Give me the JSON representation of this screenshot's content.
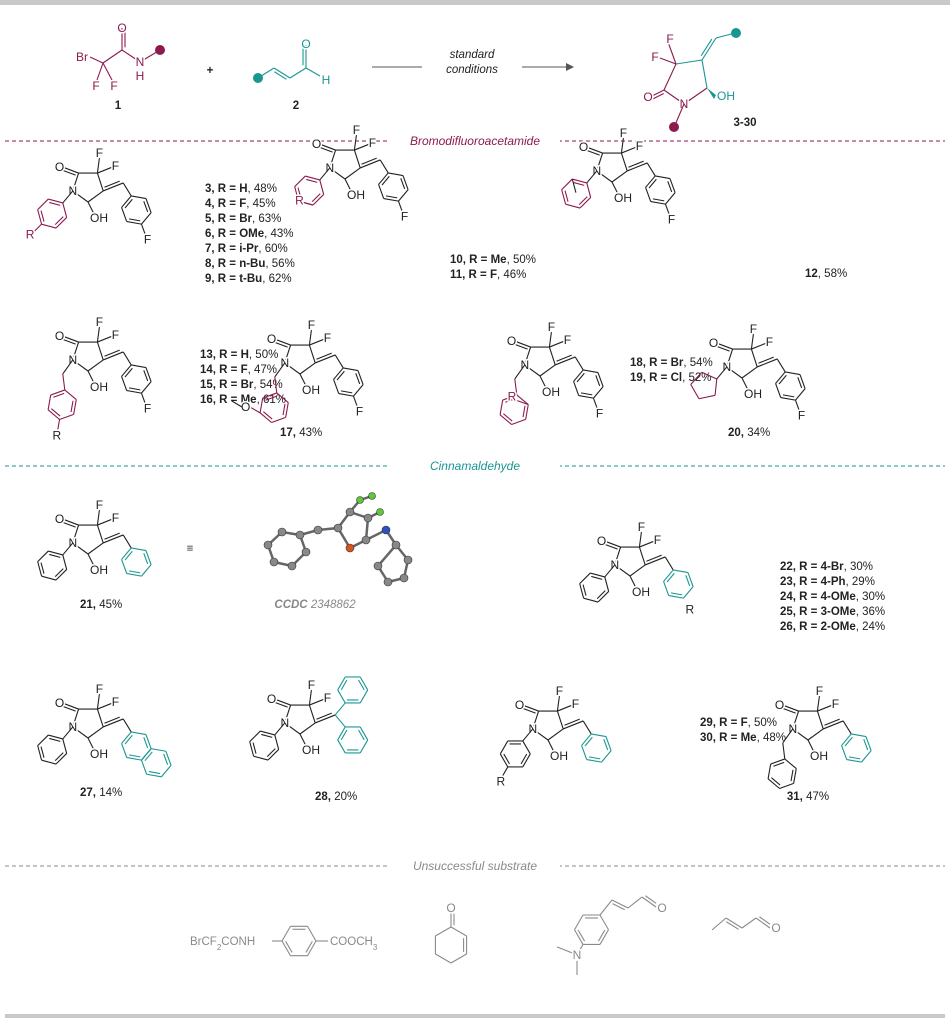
{
  "colors": {
    "magenta": "#8c1a4f",
    "teal": "#1a9690",
    "black": "#222222",
    "gray": "#8a8a8a",
    "bar": "#c9c9c9"
  },
  "atoms": {
    "Br": "Br",
    "F": "F",
    "O": "O",
    "N": "N",
    "H": "H",
    "OH": "OH",
    "R": "R"
  },
  "header": {
    "plus": "+",
    "reagent1_label": "1",
    "reagent2_label": "2",
    "conditions_line1": "standard",
    "conditions_line2": "conditions",
    "product_label": "3-30"
  },
  "sections": {
    "bromo": "Bromodifluoroacetamide",
    "cinnamaldehyde": "Cinnamaldehyde",
    "unsuccessful": "Unsuccessful substrate"
  },
  "compounds": {
    "c3_9": [
      {
        "bold": "3, R = H",
        "rest": ", 48%"
      },
      {
        "bold": "4, R = F",
        "rest": ", 45%"
      },
      {
        "bold": "5, R = Br",
        "rest": ", 63%"
      },
      {
        "bold": "6, R = OMe",
        "rest": ", 43%"
      },
      {
        "bold": "7, R = i-Pr",
        "rest": ", 60%"
      },
      {
        "bold": "8, R = n-Bu",
        "rest": ", 56%"
      },
      {
        "bold": "9, R = t-Bu",
        "rest": ", 62%"
      }
    ],
    "c10_11": [
      {
        "bold": "10, R = Me",
        "rest": ", 50%"
      },
      {
        "bold": "11, R = F",
        "rest": ", 46%"
      }
    ],
    "c12": [
      {
        "bold": "12",
        "rest": ", 58%"
      }
    ],
    "c13_16": [
      {
        "bold": "13, R = H",
        "rest": ", 50%"
      },
      {
        "bold": "14, R = F",
        "rest": ", 47%"
      },
      {
        "bold": "15, R = Br",
        "rest": ", 54%"
      },
      {
        "bold": "16, R = Me",
        "rest": ", 61%"
      }
    ],
    "c17": [
      {
        "bold": "17,",
        "rest": " 43%"
      }
    ],
    "c18_19": [
      {
        "bold": "18, R = Br",
        "rest": ", 54%"
      },
      {
        "bold": "19, R = Cl",
        "rest": ", 52%"
      }
    ],
    "c20": [
      {
        "bold": "20,",
        "rest": " 34%"
      }
    ],
    "c21": [
      {
        "bold": "21,",
        "rest": " 45%"
      }
    ],
    "c22_26": [
      {
        "bold": "22, R = 4-Br",
        "rest": ", 30%"
      },
      {
        "bold": "23, R = 4-Ph",
        "rest": ", 29%"
      },
      {
        "bold": "24, R = 4-OMe",
        "rest": ", 30%"
      },
      {
        "bold": "25, R = 3-OMe",
        "rest": ", 36%"
      },
      {
        "bold": "26, R = 2-OMe",
        "rest": ", 24%"
      }
    ],
    "c27": [
      {
        "bold": "27,",
        "rest": " 14%"
      }
    ],
    "c28": [
      {
        "bold": "28,",
        "rest": " 20%"
      }
    ],
    "c29_30": [
      {
        "bold": "29, R = F",
        "rest": ", 50%"
      },
      {
        "bold": "30, R = Me",
        "rest": ", 48%"
      }
    ],
    "c31": [
      {
        "bold": "31,",
        "rest": " 47%"
      }
    ]
  },
  "crystal": {
    "equiv": "≡",
    "ccdc_label": "CCDC",
    "ccdc_number": "2348862"
  },
  "unsuccessful": {
    "s1_left_a": "BrCF",
    "s1_left_sub": "2",
    "s1_left_b": "CONH",
    "s1_right_a": "COOCH",
    "s1_right_sub": "3"
  }
}
